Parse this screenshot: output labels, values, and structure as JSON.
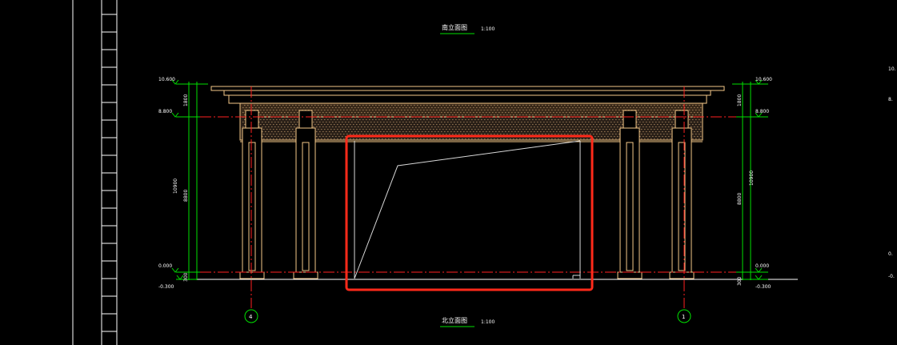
{
  "drawing": {
    "title_top": "南立面图",
    "scale_top": "1:100",
    "title_bottom": "北立面图",
    "scale_bottom": "1:100",
    "levels_left": [
      "10.600",
      "8.800",
      "0.000",
      "-0.300"
    ],
    "levels_right": [
      "10.600",
      "8.800",
      "0.000",
      "-0.300"
    ],
    "levels_far_right": [
      "10.",
      "8.",
      "0.",
      "-0."
    ],
    "dims_left": [
      "1800",
      "10900",
      "8800",
      "300"
    ],
    "dims_right": [
      "1800",
      "10900",
      "8800",
      "300"
    ],
    "grid_labels": [
      "4",
      "1"
    ]
  },
  "colors": {
    "background": "#000000",
    "dimension": "#00e000",
    "axis": "#ff2020",
    "column": "#f5c888",
    "highlight": "#ff2a1a",
    "text": "#ffffff"
  }
}
